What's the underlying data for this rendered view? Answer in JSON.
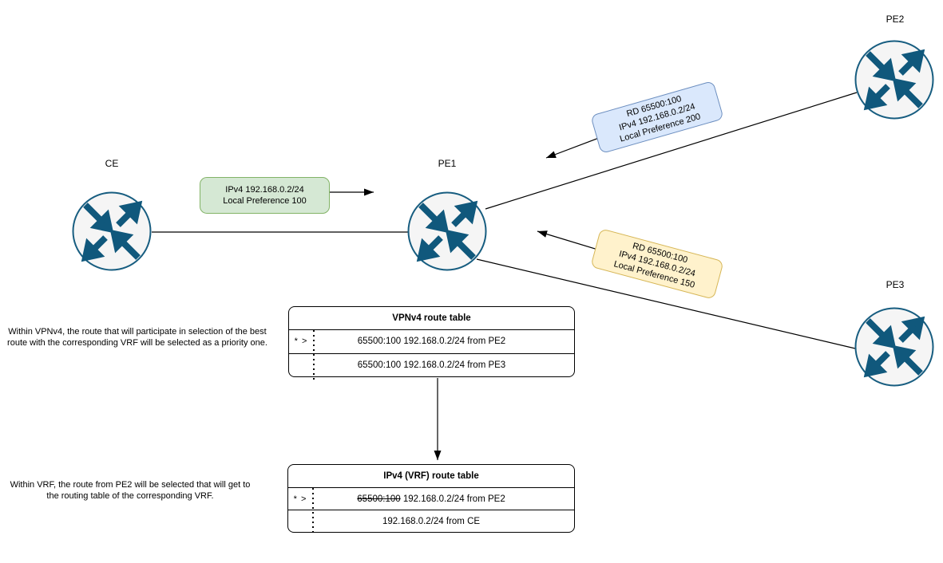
{
  "nodes": [
    {
      "id": "ce",
      "label": "CE"
    },
    {
      "id": "pe1",
      "label": "PE1"
    },
    {
      "id": "pe2",
      "label": "PE2"
    },
    {
      "id": "pe3",
      "label": "PE3"
    }
  ],
  "messages": {
    "from_ce": {
      "lines": [
        "IPv4 192.168.0.2/24",
        "Local Preference 100"
      ],
      "fill": "#d5e8d4",
      "border": "#82b366"
    },
    "from_pe2": {
      "lines": [
        "RD 65500:100",
        "IPv4 192.168.0.2/24",
        "Local Preference 200"
      ],
      "fill": "#dae8fc",
      "border": "#6c8ebf"
    },
    "from_pe3": {
      "lines": [
        "RD 65500:100",
        "IPv4 192.168.0.2/24",
        "Local Preference 150"
      ],
      "fill": "#fff2cc",
      "border": "#d6b656"
    }
  },
  "tables": [
    {
      "title": "VPNv4 route table",
      "rows": [
        {
          "selector": "* >",
          "strike": "",
          "text": "65500:100 192.168.0.2/24 from PE2"
        },
        {
          "selector": "",
          "strike": "",
          "text": "65500:100 192.168.0.2/24 from PE3"
        }
      ]
    },
    {
      "title": "IPv4 (VRF) route table",
      "rows": [
        {
          "selector": "* >",
          "strike": "65500:100",
          "text": " 192.168.0.2/24 from PE2"
        },
        {
          "selector": "",
          "strike": "",
          "text": "192.168.0.2/24 from CE"
        }
      ]
    }
  ],
  "annotations": [
    {
      "text": "Within VPNv4, the route that will participate in selection of the best route with the corresponding VRF will be selected as a priority one."
    },
    {
      "text": "Within VRF, the route from PE2 will be selected that will get to the routing table of the corresponding VRF."
    }
  ],
  "colors": {
    "router_stroke": "#175d80",
    "router_fill": "#f5f5f5",
    "router_arrow": "#10587c",
    "line": "#000000"
  }
}
